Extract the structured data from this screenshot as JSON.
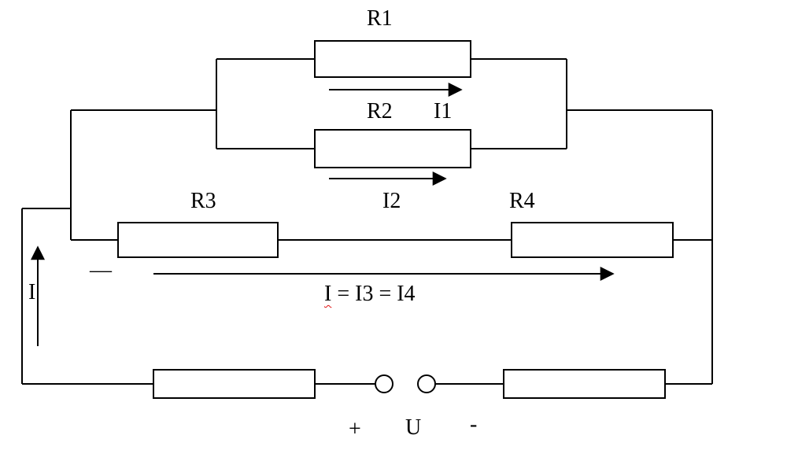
{
  "diagram": {
    "title": "series-parallel resistor circuit",
    "labels": {
      "r1": "R1",
      "r2": "R2",
      "i1": "I1",
      "i2": "I2",
      "r3": "R3",
      "r4": "R4",
      "dash": "—",
      "current_eq_first": "I",
      "current_eq_rest": " = I3 = I4",
      "current_left": "I",
      "plus": "+",
      "voltage": "U",
      "minus": "-"
    },
    "colors": {
      "wire": "#000000",
      "background": "#ffffff",
      "spellcheck_underline": "#e01010"
    }
  }
}
